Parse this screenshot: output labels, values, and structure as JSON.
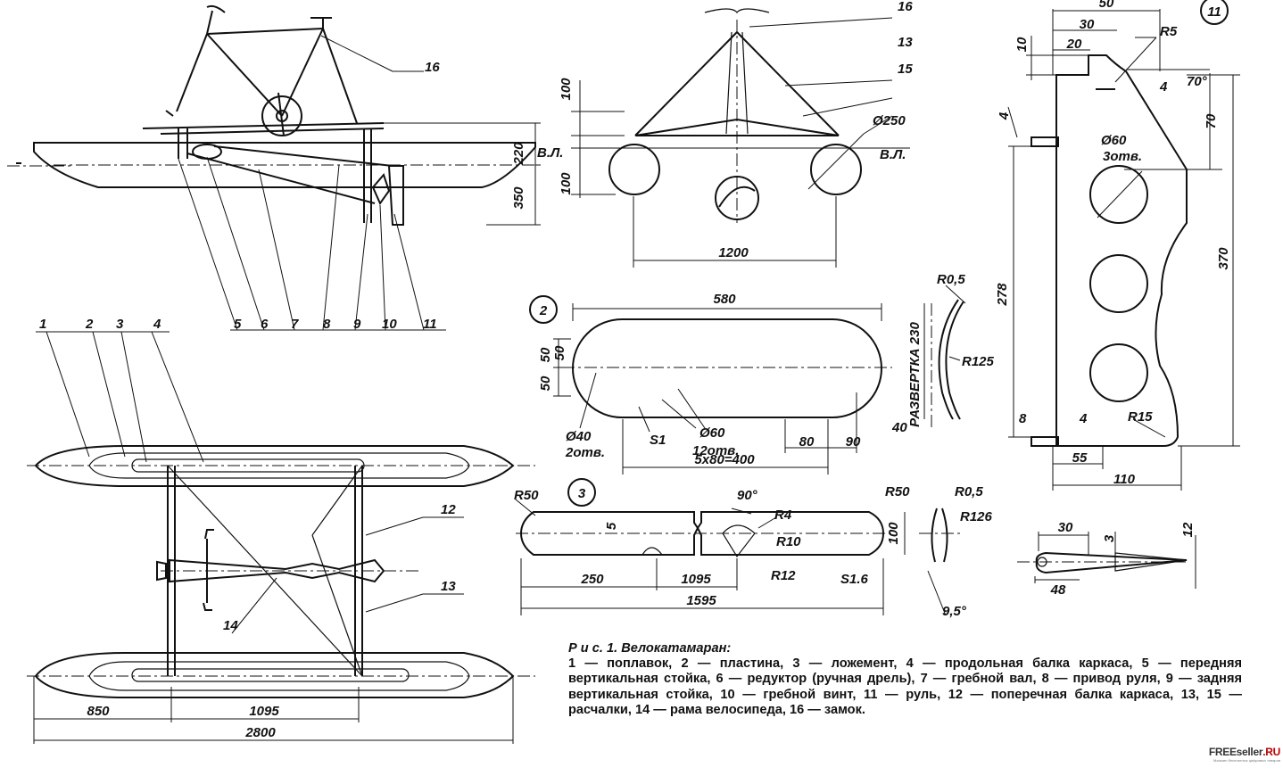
{
  "dims": {
    "side": {
      "d220": "220",
      "d350": "350",
      "d100a": "100",
      "d100b": "100",
      "wl": "В.Л."
    },
    "front": {
      "d250": "Ø250",
      "d1200": "1200",
      "wl": "В.Л."
    },
    "plan": {
      "d850": "850",
      "d1095": "1095",
      "d2800": "2800"
    },
    "part2": {
      "d580": "580",
      "d50a": "50",
      "d50b": "50",
      "d50c": "50",
      "d40a": "Ø40",
      "d40b": "2отв.",
      "d60a": "Ø60",
      "d60b": "12отв.",
      "s1": "S1",
      "d80": "80",
      "d90": "90",
      "d400": "5x80=400",
      "d40c": "40",
      "razv": "РАЗВЕРТКА 230",
      "r05": "R0,5",
      "r125": "R125"
    },
    "part3": {
      "r50a": "R50",
      "r50b": "R50",
      "d90deg": "90°",
      "r4": "R4",
      "d5": "5",
      "r10": "R10",
      "r12": "R12",
      "d250": "250",
      "d1095": "1095",
      "d1595": "1595",
      "s16": "S1.6",
      "d100": "100",
      "r05": "R0,5",
      "r126": "R126",
      "d95": "9,5°"
    },
    "part11": {
      "d50": "50",
      "d30": "30",
      "d20": "20",
      "d10": "10",
      "r5": "R5",
      "d70deg": "70°",
      "d4a": "4",
      "d70": "70",
      "d4b": "4",
      "d60a": "Ø60",
      "d60b": "3отв.",
      "d278": "278",
      "d370": "370",
      "d8": "8",
      "d4c": "4",
      "r15": "R15",
      "d55": "55",
      "d110": "110"
    },
    "pin": {
      "d30": "30",
      "d3": "3",
      "d12": "12",
      "d48": "48"
    }
  },
  "callouts": {
    "c1": "1",
    "c2": "2",
    "c3": "3",
    "c4": "4",
    "c5": "5",
    "c6": "6",
    "c7": "7",
    "c8": "8",
    "c9": "9",
    "c10": "10",
    "c11": "11",
    "c12": "12",
    "c13": "13",
    "c14": "14",
    "c15": "15",
    "c16": "16",
    "c13b": "13",
    "c16b": "16",
    "p2": "2",
    "p3": "3",
    "p11": "11"
  },
  "caption": {
    "title": "Р и с. 1. Велокатамаран:",
    "body": "1 — поплавок, 2 — пластина, 3 — ложемент, 4 — продольная балка каркаса, 5 — передняя вертикальная стойка, 6 — редуктор (ручная дрель), 7 — гребной вал, 8 — привод руля, 9 — задняя вертикальная стойка, 10 — гребной винт, 11 — руль, 12 — поперечная балка каркаса, 13, 15 — расчалки, 14 — рама велосипеда, 16 — замок."
  },
  "logo": {
    "brand": "FREEseller",
    "tld": ".RU",
    "tagline": "Магазин бесплатных цифровых товаров"
  }
}
